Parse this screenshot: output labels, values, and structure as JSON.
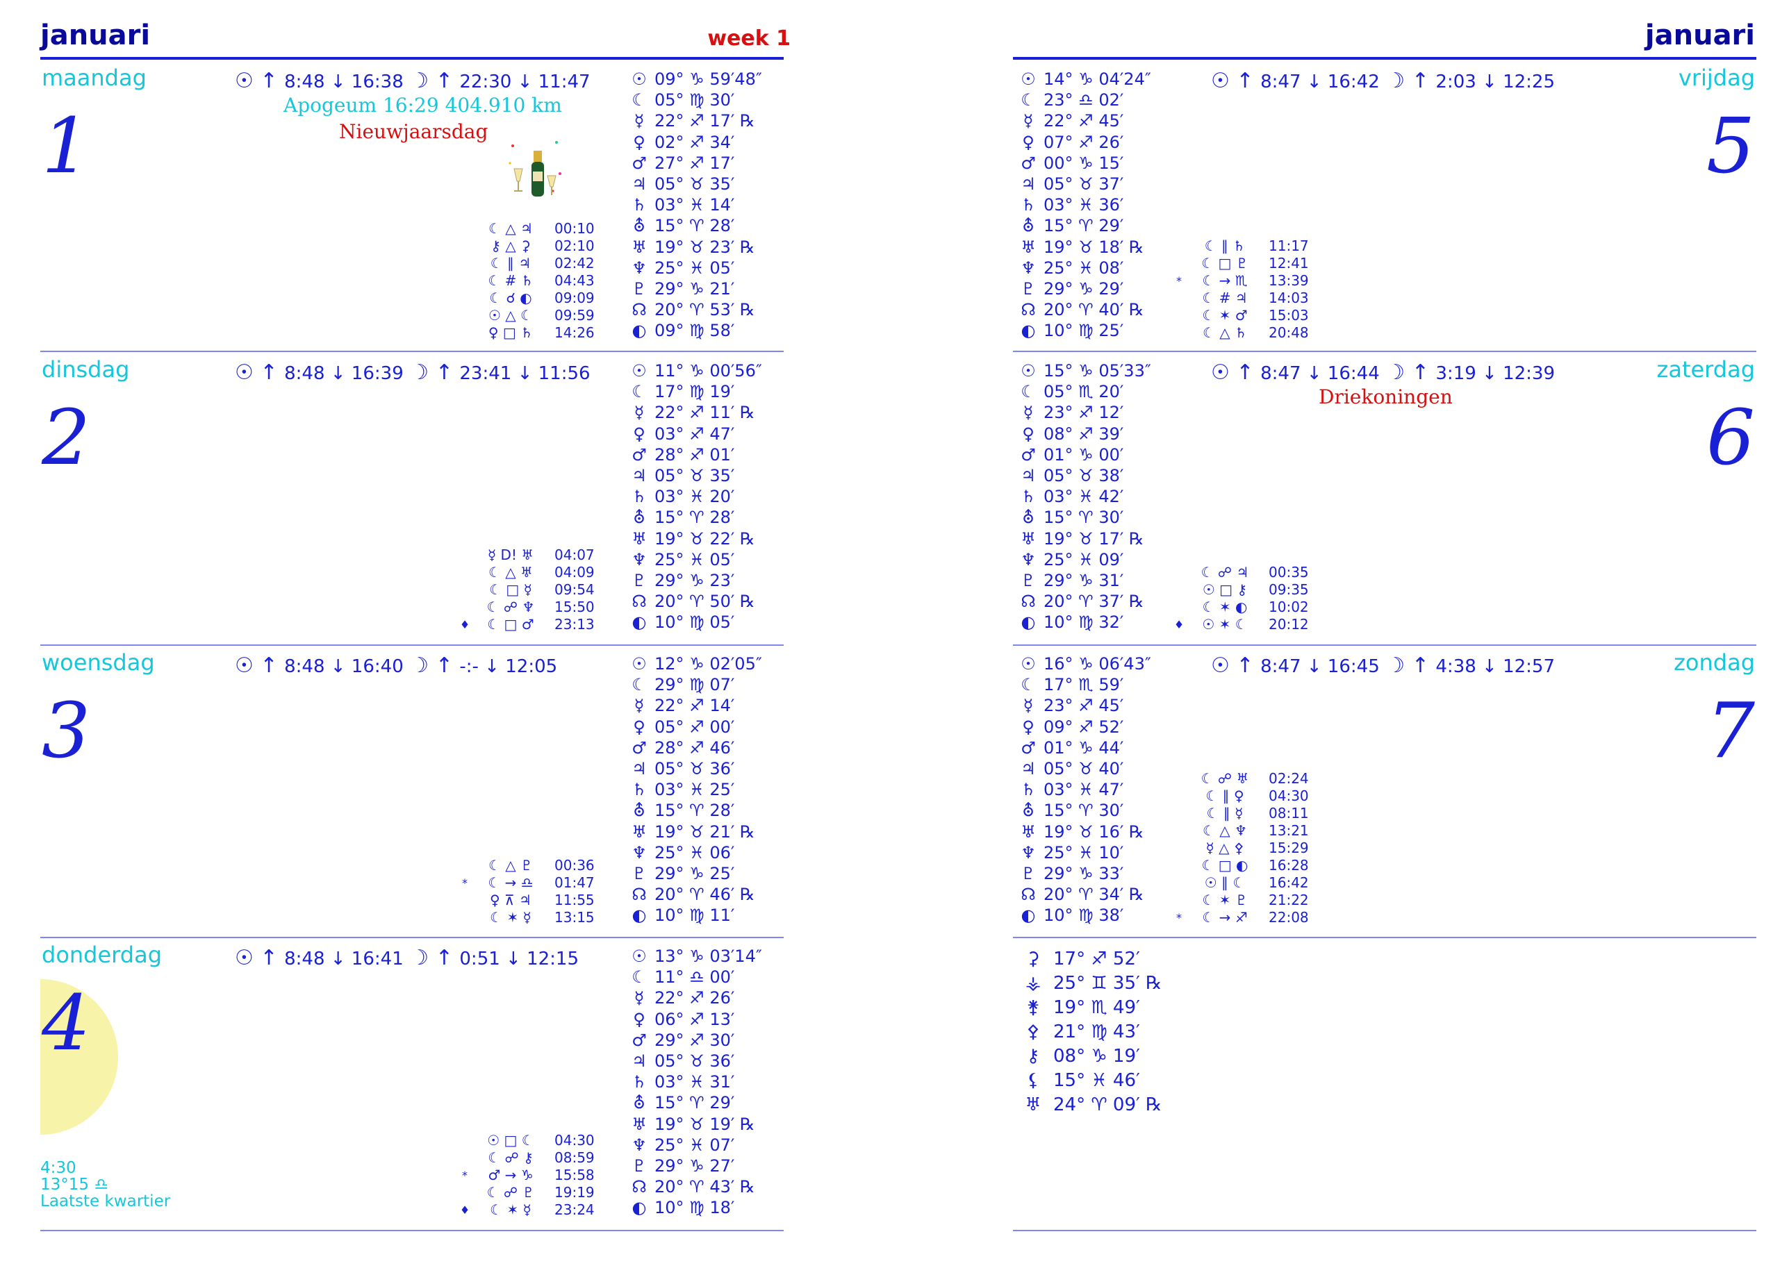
{
  "left_page": {
    "month": "januari",
    "week": "week 1",
    "days": [
      {
        "name": "maandag",
        "number": "1",
        "riseset": {
          "sun": "8:48 ↓ 16:38",
          "moon": "22:30 ↓ 11:47"
        },
        "apogee": "Apogeum 16:29 404.910 km",
        "holiday": "Nieuwjaarsdag",
        "aspects": [
          {
            "m": "",
            "a": "☾ △ ♃",
            "t": "00:10"
          },
          {
            "m": "",
            "a": "⚷ △ ⚳",
            "t": "02:10"
          },
          {
            "m": "",
            "a": "☾ ∥ ♃",
            "t": "02:42"
          },
          {
            "m": "",
            "a": "☾ # ♄",
            "t": "04:43"
          },
          {
            "m": "",
            "a": "☾ ☌ ◐",
            "t": "09:09"
          },
          {
            "m": "",
            "a": "☉ △ ☾",
            "t": "09:59"
          },
          {
            "m": "",
            "a": "♀ □ ♄",
            "t": "14:26"
          }
        ],
        "planets": [
          {
            "g": "☉",
            "v": "09° ♑ 59′48″"
          },
          {
            "g": "☾",
            "v": "05° ♍ 30′"
          },
          {
            "g": "☿",
            "v": "22° ♐ 17′ ℞"
          },
          {
            "g": "♀",
            "v": "02° ♐ 34′"
          },
          {
            "g": "♂",
            "v": "27° ♐ 17′"
          },
          {
            "g": "♃",
            "v": "05° ♉ 35′"
          },
          {
            "g": "♄",
            "v": "03° ♓ 14′"
          },
          {
            "g": "⛢",
            "v": "15° ♈ 28′"
          },
          {
            "g": "♅",
            "v": "19° ♉ 23′ ℞"
          },
          {
            "g": "♆",
            "v": "25° ♓ 05′"
          },
          {
            "g": "♇",
            "v": "29° ♑ 21′"
          },
          {
            "g": "☊",
            "v": "20° ♈ 53′ ℞"
          },
          {
            "g": "◐",
            "v": "09° ♍ 58′"
          }
        ]
      },
      {
        "name": "dinsdag",
        "number": "2",
        "riseset": {
          "sun": "8:48 ↓ 16:39",
          "moon": "23:41 ↓ 11:56"
        },
        "aspects": [
          {
            "m": "",
            "a": "☿ D! ♅",
            "t": "04:07"
          },
          {
            "m": "",
            "a": "☾ △ ♅",
            "t": "04:09"
          },
          {
            "m": "",
            "a": "☾ □ ☿",
            "t": "09:54"
          },
          {
            "m": "",
            "a": "☾ ☍ ♆",
            "t": "15:50"
          },
          {
            "m": "♦",
            "a": "☾ □ ♂",
            "t": "23:13"
          }
        ],
        "planets": [
          {
            "g": "☉",
            "v": "11° ♑ 00′56″"
          },
          {
            "g": "☾",
            "v": "17° ♍ 19′"
          },
          {
            "g": "☿",
            "v": "22° ♐ 11′ ℞"
          },
          {
            "g": "♀",
            "v": "03° ♐ 47′"
          },
          {
            "g": "♂",
            "v": "28° ♐ 01′"
          },
          {
            "g": "♃",
            "v": "05° ♉ 35′"
          },
          {
            "g": "♄",
            "v": "03° ♓ 20′"
          },
          {
            "g": "⛢",
            "v": "15° ♈ 28′"
          },
          {
            "g": "♅",
            "v": "19° ♉ 22′ ℞"
          },
          {
            "g": "♆",
            "v": "25° ♓ 05′"
          },
          {
            "g": "♇",
            "v": "29° ♑ 23′"
          },
          {
            "g": "☊",
            "v": "20° ♈ 50′ ℞"
          },
          {
            "g": "◐",
            "v": "10° ♍ 05′"
          }
        ]
      },
      {
        "name": "woensdag",
        "number": "3",
        "riseset": {
          "sun": "8:48 ↓ 16:40",
          "moon": "-:- ↓ 12:05"
        },
        "aspects": [
          {
            "m": "",
            "a": "☾ △ ♇",
            "t": "00:36"
          },
          {
            "m": "*",
            "a": "☾ → ♎",
            "t": "01:47"
          },
          {
            "m": "",
            "a": "♀ ⊼ ♃",
            "t": "11:55"
          },
          {
            "m": "",
            "a": "☾ ✶ ☿",
            "t": "13:15"
          }
        ],
        "planets": [
          {
            "g": "☉",
            "v": "12° ♑ 02′05″"
          },
          {
            "g": "☾",
            "v": "29° ♍ 07′"
          },
          {
            "g": "☿",
            "v": "22° ♐ 14′"
          },
          {
            "g": "♀",
            "v": "05° ♐ 00′"
          },
          {
            "g": "♂",
            "v": "28° ♐ 46′"
          },
          {
            "g": "♃",
            "v": "05° ♉ 36′"
          },
          {
            "g": "♄",
            "v": "03° ♓ 25′"
          },
          {
            "g": "⛢",
            "v": "15° ♈ 28′"
          },
          {
            "g": "♅",
            "v": "19° ♉ 21′ ℞"
          },
          {
            "g": "♆",
            "v": "25° ♓ 06′"
          },
          {
            "g": "♇",
            "v": "29° ♑ 25′"
          },
          {
            "g": "☊",
            "v": "20° ♈ 46′ ℞"
          },
          {
            "g": "◐",
            "v": "10° ♍ 11′"
          }
        ]
      },
      {
        "name": "donderdag",
        "number": "4",
        "riseset": {
          "sun": "8:48 ↓ 16:41",
          "moon": "0:51 ↓ 12:15"
        },
        "moonphase": {
          "time": "4:30",
          "pos": "13°15 ♎",
          "label": "Laatste kwartier"
        },
        "aspects": [
          {
            "m": "",
            "a": "☉ □ ☾",
            "t": "04:30"
          },
          {
            "m": "",
            "a": "☾ ☍ ⚷",
            "t": "08:59"
          },
          {
            "m": "*",
            "a": "♂ → ♑",
            "t": "15:58"
          },
          {
            "m": "",
            "a": "☾ ☍ ♇",
            "t": "19:19"
          },
          {
            "m": "♦",
            "a": "☾ ✶ ☿",
            "t": "23:24"
          }
        ],
        "planets": [
          {
            "g": "☉",
            "v": "13° ♑ 03′14″"
          },
          {
            "g": "☾",
            "v": "11° ♎ 00′"
          },
          {
            "g": "☿",
            "v": "22° ♐ 26′"
          },
          {
            "g": "♀",
            "v": "06° ♐ 13′"
          },
          {
            "g": "♂",
            "v": "29° ♐ 30′"
          },
          {
            "g": "♃",
            "v": "05° ♉ 36′"
          },
          {
            "g": "♄",
            "v": "03° ♓ 31′"
          },
          {
            "g": "⛢",
            "v": "15° ♈ 29′"
          },
          {
            "g": "♅",
            "v": "19° ♉ 19′ ℞"
          },
          {
            "g": "♆",
            "v": "25° ♓ 07′"
          },
          {
            "g": "♇",
            "v": "29° ♑ 27′"
          },
          {
            "g": "☊",
            "v": "20° ♈ 43′ ℞"
          },
          {
            "g": "◐",
            "v": "10° ♍ 18′"
          }
        ]
      }
    ]
  },
  "right_page": {
    "month": "januari",
    "days": [
      {
        "name": "vrijdag",
        "number": "5",
        "riseset": {
          "sun": "8:47 ↓ 16:42",
          "moon": "2:03 ↓ 12:25"
        },
        "aspects": [
          {
            "m": "",
            "a": "☾ ∥ ♄",
            "t": "11:17"
          },
          {
            "m": "",
            "a": "☾ □ ♇",
            "t": "12:41"
          },
          {
            "m": "*",
            "a": "☾ → ♏",
            "t": "13:39"
          },
          {
            "m": "",
            "a": "☾ # ♃",
            "t": "14:03"
          },
          {
            "m": "",
            "a": "☾ ✶ ♂",
            "t": "15:03"
          },
          {
            "m": "",
            "a": "☾ △ ♄",
            "t": "20:48"
          }
        ],
        "planets": [
          {
            "g": "☉",
            "v": "14° ♑ 04′24″"
          },
          {
            "g": "☾",
            "v": "23° ♎ 02′"
          },
          {
            "g": "☿",
            "v": "22° ♐ 45′"
          },
          {
            "g": "♀",
            "v": "07° ♐ 26′"
          },
          {
            "g": "♂",
            "v": "00° ♑ 15′"
          },
          {
            "g": "♃",
            "v": "05° ♉ 37′"
          },
          {
            "g": "♄",
            "v": "03° ♓ 36′"
          },
          {
            "g": "⛢",
            "v": "15° ♈ 29′"
          },
          {
            "g": "♅",
            "v": "19° ♉ 18′ ℞"
          },
          {
            "g": "♆",
            "v": "25° ♓ 08′"
          },
          {
            "g": "♇",
            "v": "29° ♑ 29′"
          },
          {
            "g": "☊",
            "v": "20° ♈ 40′ ℞"
          },
          {
            "g": "◐",
            "v": "10° ♍ 25′"
          }
        ]
      },
      {
        "name": "zaterdag",
        "number": "6",
        "riseset": {
          "sun": "8:47 ↓ 16:44",
          "moon": "3:19 ↓ 12:39"
        },
        "holiday": "Driekoningen",
        "aspects": [
          {
            "m": "",
            "a": "☾ ☍ ♃",
            "t": "00:35"
          },
          {
            "m": "",
            "a": "☉ □ ⚷",
            "t": "09:35"
          },
          {
            "m": "",
            "a": "☾ ✶ ◐",
            "t": "10:02"
          },
          {
            "m": "♦",
            "a": "☉ ✶ ☾",
            "t": "20:12"
          }
        ],
        "planets": [
          {
            "g": "☉",
            "v": "15° ♑ 05′33″"
          },
          {
            "g": "☾",
            "v": "05° ♏ 20′"
          },
          {
            "g": "☿",
            "v": "23° ♐ 12′"
          },
          {
            "g": "♀",
            "v": "08° ♐ 39′"
          },
          {
            "g": "♂",
            "v": "01° ♑ 00′"
          },
          {
            "g": "♃",
            "v": "05° ♉ 38′"
          },
          {
            "g": "♄",
            "v": "03° ♓ 42′"
          },
          {
            "g": "⛢",
            "v": "15° ♈ 30′"
          },
          {
            "g": "♅",
            "v": "19° ♉ 17′ ℞"
          },
          {
            "g": "♆",
            "v": "25° ♓ 09′"
          },
          {
            "g": "♇",
            "v": "29° ♑ 31′"
          },
          {
            "g": "☊",
            "v": "20° ♈ 37′ ℞"
          },
          {
            "g": "◐",
            "v": "10° ♍ 32′"
          }
        ]
      },
      {
        "name": "zondag",
        "number": "7",
        "riseset": {
          "sun": "8:47 ↓ 16:45",
          "moon": "4:38 ↓ 12:57"
        },
        "aspects": [
          {
            "m": "",
            "a": "☾ ☍ ♅",
            "t": "02:24"
          },
          {
            "m": "",
            "a": "☾ ∥ ♀",
            "t": "04:30"
          },
          {
            "m": "",
            "a": "☾ ∥ ☿",
            "t": "08:11"
          },
          {
            "m": "",
            "a": "☾ △ ♆",
            "t": "13:21"
          },
          {
            "m": "",
            "a": "☿ △ ⚴",
            "t": "15:29"
          },
          {
            "m": "",
            "a": "☾ □ ◐",
            "t": "16:28"
          },
          {
            "m": "",
            "a": "☉ ∥ ☾",
            "t": "16:42"
          },
          {
            "m": "",
            "a": "☾ ✶ ♇",
            "t": "21:22"
          },
          {
            "m": "*",
            "a": "☾ → ♐",
            "t": "22:08"
          }
        ],
        "planets": [
          {
            "g": "☉",
            "v": "16° ♑ 06′43″"
          },
          {
            "g": "☾",
            "v": "17° ♏ 59′"
          },
          {
            "g": "☿",
            "v": "23° ♐ 45′"
          },
          {
            "g": "♀",
            "v": "09° ♐ 52′"
          },
          {
            "g": "♂",
            "v": "01° ♑ 44′"
          },
          {
            "g": "♃",
            "v": "05° ♉ 40′"
          },
          {
            "g": "♄",
            "v": "03° ♓ 47′"
          },
          {
            "g": "⛢",
            "v": "15° ♈ 30′"
          },
          {
            "g": "♅",
            "v": "19° ♉ 16′ ℞"
          },
          {
            "g": "♆",
            "v": "25° ♓ 10′"
          },
          {
            "g": "♇",
            "v": "29° ♑ 33′"
          },
          {
            "g": "☊",
            "v": "20° ♈ 34′ ℞"
          },
          {
            "g": "◐",
            "v": "10° ♍ 38′"
          }
        ]
      }
    ],
    "extra_bodies": [
      {
        "g": "⚳",
        "v": "17° ♐ 52′"
      },
      {
        "g": "⚶",
        "v": "25° ♊ 35′ ℞"
      },
      {
        "g": "⚵",
        "v": "19° ♏ 49′"
      },
      {
        "g": "⚴",
        "v": "21° ♍ 43′"
      },
      {
        "g": "⚷",
        "v": "08° ♑ 19′"
      },
      {
        "g": "⚸",
        "v": "15° ♓ 46′"
      },
      {
        "g": "♅",
        "v": "24° ♈ 09′ ℞"
      }
    ]
  }
}
